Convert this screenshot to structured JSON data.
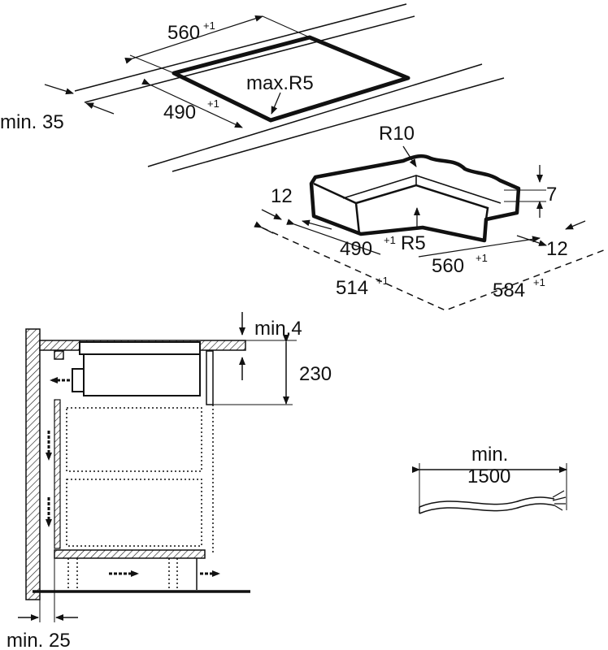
{
  "top_view": {
    "width_label": "560",
    "width_tol": "+1",
    "depth_label": "490",
    "depth_tol": "+1",
    "radius_label": "max.R5",
    "edge_label": "min. 35"
  },
  "frame_view": {
    "radius_outer": "R10",
    "radius_inner": "R5",
    "left_label": "12",
    "right_label": "12",
    "height_label": "7",
    "inner_depth": "490",
    "inner_depth_tol": "+1",
    "inner_width": "560",
    "inner_width_tol": "+1",
    "outer_depth": "514",
    "outer_depth_tol": "+1",
    "outer_width": "584",
    "outer_width_tol": "+1"
  },
  "section_view": {
    "gap_label": "min.4",
    "height_label": "230",
    "wall_gap_label": "min. 25"
  },
  "cable_view": {
    "label_line1": "min.",
    "label_line2": "1500"
  }
}
